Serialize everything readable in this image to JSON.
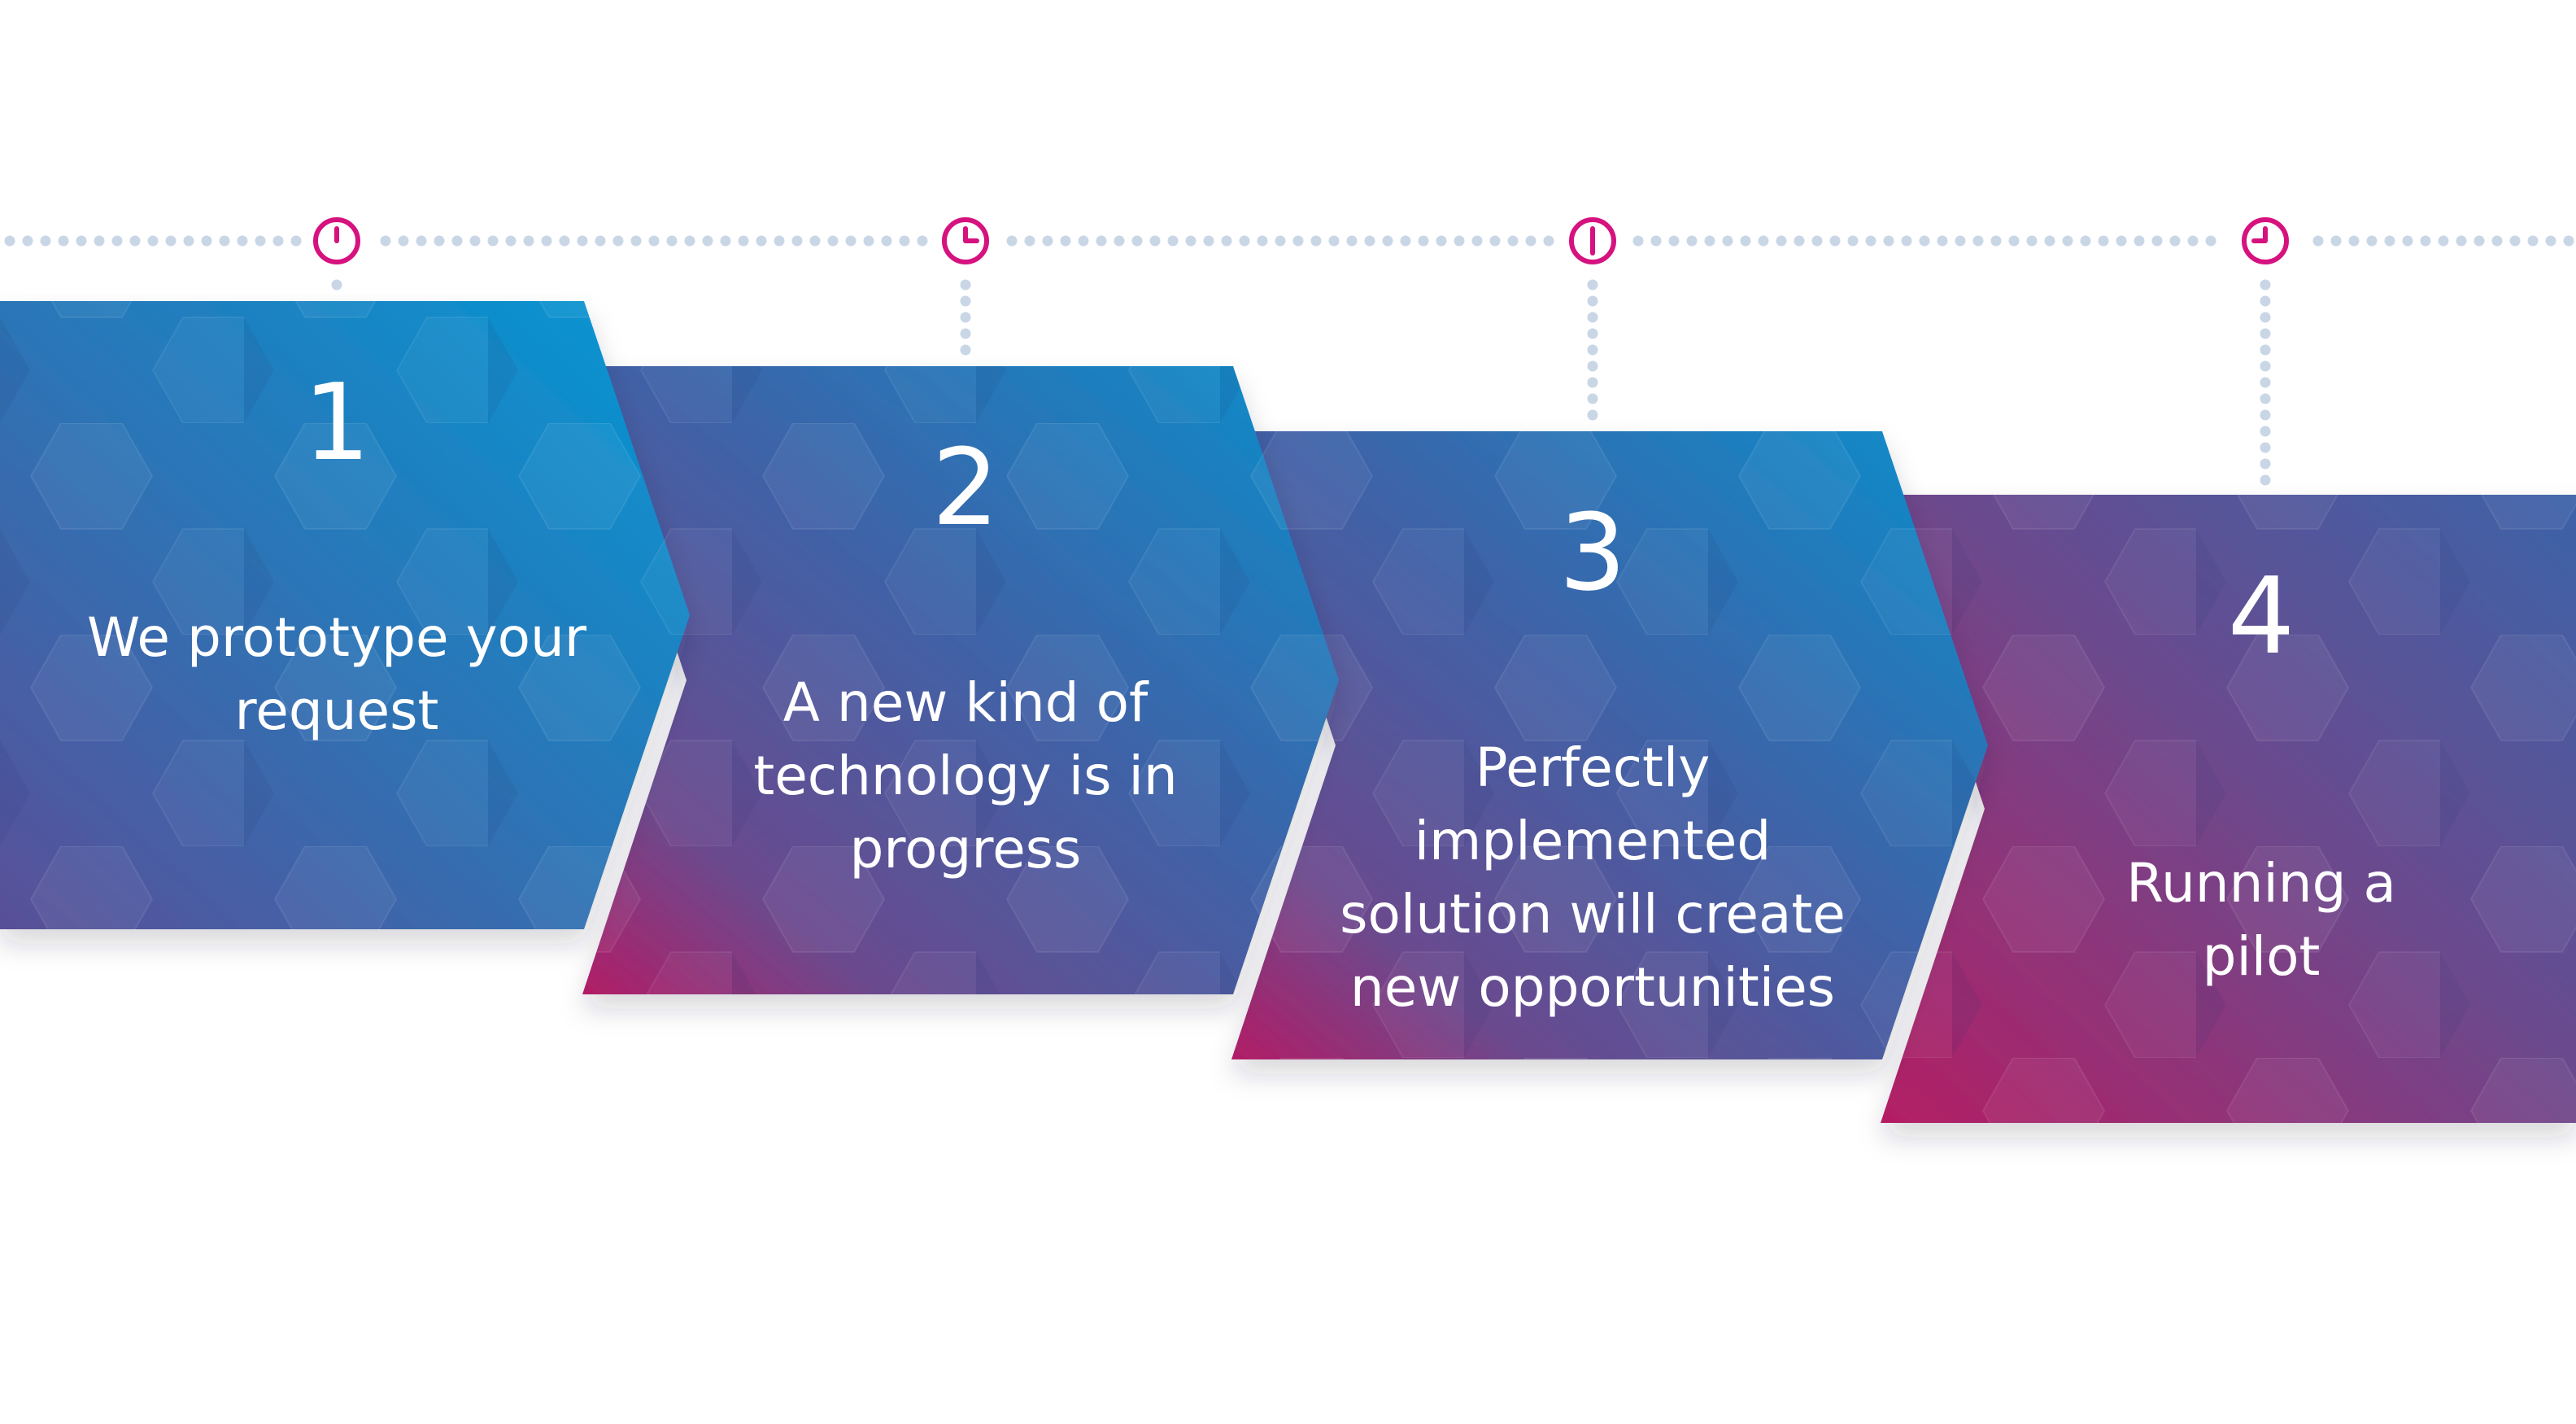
{
  "timeline": {
    "dot_color": "#c9d6e6",
    "marker_color": "#d6127f",
    "markers": [
      {
        "icon": "clock-icon",
        "hand": "twelve"
      },
      {
        "icon": "clock-icon",
        "hand": "three"
      },
      {
        "icon": "clock-icon",
        "hand": "six"
      },
      {
        "icon": "clock-icon",
        "hand": "nine"
      }
    ]
  },
  "colors": {
    "blue": "#0a96d2",
    "indigo": "#3f63a8",
    "purple": "#6a4a8e",
    "magenta": "#b41e64"
  },
  "steps": [
    {
      "number": "1",
      "lines": [
        "We prototype your",
        "request"
      ]
    },
    {
      "number": "2",
      "lines": [
        "A new kind of",
        "technology is in",
        "progress"
      ]
    },
    {
      "number": "3",
      "lines": [
        "Perfectly",
        "implemented",
        "solution will create",
        "new opportunities"
      ]
    },
    {
      "number": "4",
      "lines": [
        "Running a",
        "pilot"
      ]
    }
  ]
}
